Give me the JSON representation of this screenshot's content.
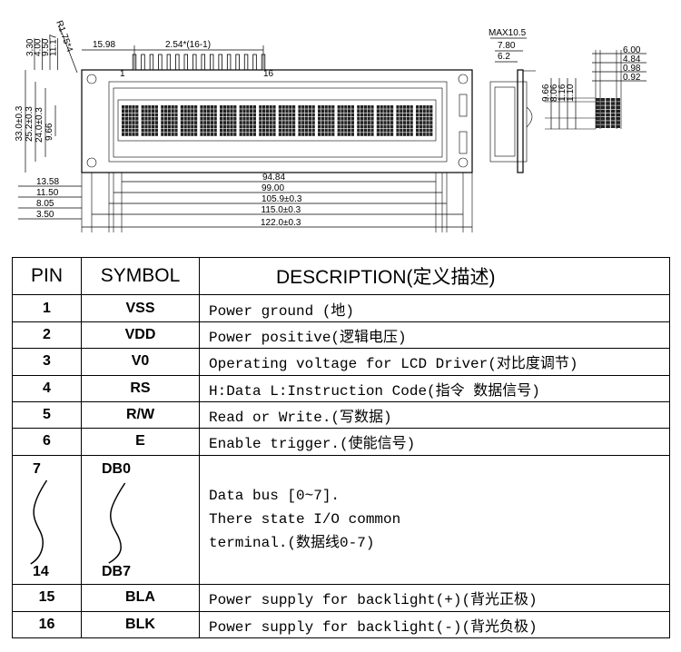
{
  "drawing": {
    "front": {
      "hole_note": "R1.75*4",
      "pin1_label": "1",
      "pin16_label": "16",
      "pitch_label": "2.54*(16-1)",
      "left_offset": "15.98",
      "top_dims": [
        "3.30",
        "4.00",
        "9.50",
        "11.17"
      ],
      "vertical_dims": [
        "33.0±0.3",
        "25.2±0.3",
        "24.0±0.3",
        "9.66"
      ],
      "horizontal_left_dims": [
        "13.58",
        "11.50",
        "8.05",
        "3.50"
      ],
      "horizontal_dims": [
        "94.84",
        "99.00",
        "105.9±0.3",
        "115.0±0.3",
        "122.0±0.3"
      ]
    },
    "side": {
      "dims": [
        "MAX10.5",
        "7.80",
        "6.2"
      ]
    },
    "char_detail": {
      "horizontal_dims": [
        "6.00",
        "4.84",
        "0.98",
        "0.92"
      ],
      "vertical_dims": [
        "9.66",
        "8.06",
        "1.16",
        "1.10"
      ]
    }
  },
  "table": {
    "headers": {
      "pin": "PIN",
      "symbol": "SYMBOL",
      "description": "DESCRIPTION(定义描述)"
    },
    "rows": [
      {
        "pin": "1",
        "symbol": "VSS",
        "description": "Power ground (地)"
      },
      {
        "pin": "2",
        "symbol": "VDD",
        "description": "Power positive(逻辑电压)"
      },
      {
        "pin": "3",
        "symbol": "V0",
        "description": "Operating voltage for LCD Driver(对比度调节)"
      },
      {
        "pin": "4",
        "symbol": "RS",
        "description": "H:Data L:Instruction Code(指令 数据信号)"
      },
      {
        "pin": "5",
        "symbol": "R/W",
        "description": "Read or Write.(写数据)"
      },
      {
        "pin": "6",
        "symbol": "E",
        "description": "Enable trigger.(使能信号)"
      }
    ],
    "bus": {
      "pin_start": "7",
      "pin_end": "14",
      "symbol_start": "DB0",
      "symbol_end": "DB7",
      "lines": [
        "Data bus [0~7].",
        "There state I/O common",
        "terminal.(数据线0-7)"
      ]
    },
    "rows_after": [
      {
        "pin": "15",
        "symbol": "BLA",
        "description": "Power supply for backlight(+)(背光正极)"
      },
      {
        "pin": "16",
        "symbol": "BLK",
        "description": "Power supply for backlight(-)(背光负极)"
      }
    ]
  }
}
